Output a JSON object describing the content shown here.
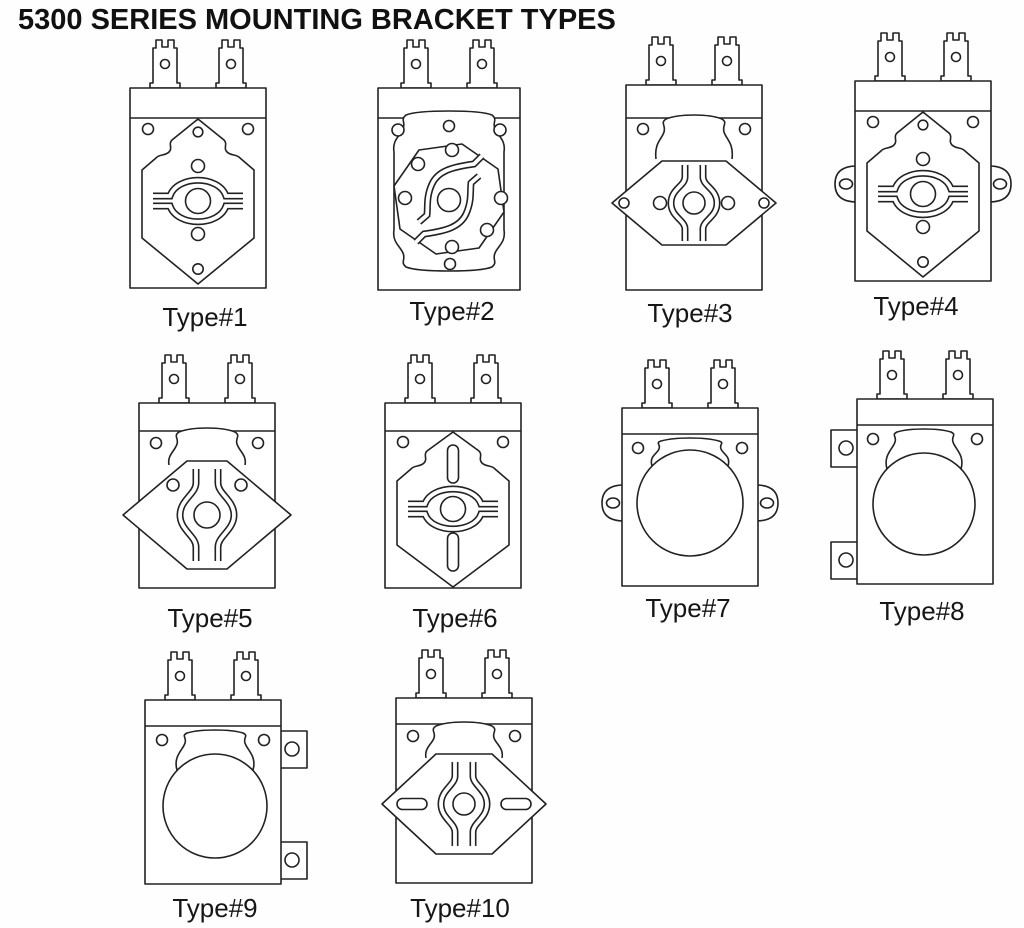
{
  "title": "5300 SERIES MOUNTING BRACKET TYPES",
  "series": "5300",
  "types": [
    {
      "label": "Type#1",
      "drawing": "shield-plate-two-arc-slots"
    },
    {
      "label": "Type#2",
      "drawing": "octagon-plate-s-slots"
    },
    {
      "label": "Type#3",
      "drawing": "hex-wing-plate-tip-holes"
    },
    {
      "label": "Type#4",
      "drawing": "shield-plate-side-ear-lugs"
    },
    {
      "label": "Type#5",
      "drawing": "diamond-wing-plate"
    },
    {
      "label": "Type#6",
      "drawing": "shield-plate-vertical-oval-slots"
    },
    {
      "label": "Type#7",
      "drawing": "round-boss-side-ear-lugs"
    },
    {
      "label": "Type#8",
      "drawing": "round-boss-left-flange-tabs"
    },
    {
      "label": "Type#9",
      "drawing": "round-boss-right-flange-tabs"
    },
    {
      "label": "Type#10",
      "drawing": "hex-wing-plate-oval-slots"
    }
  ]
}
